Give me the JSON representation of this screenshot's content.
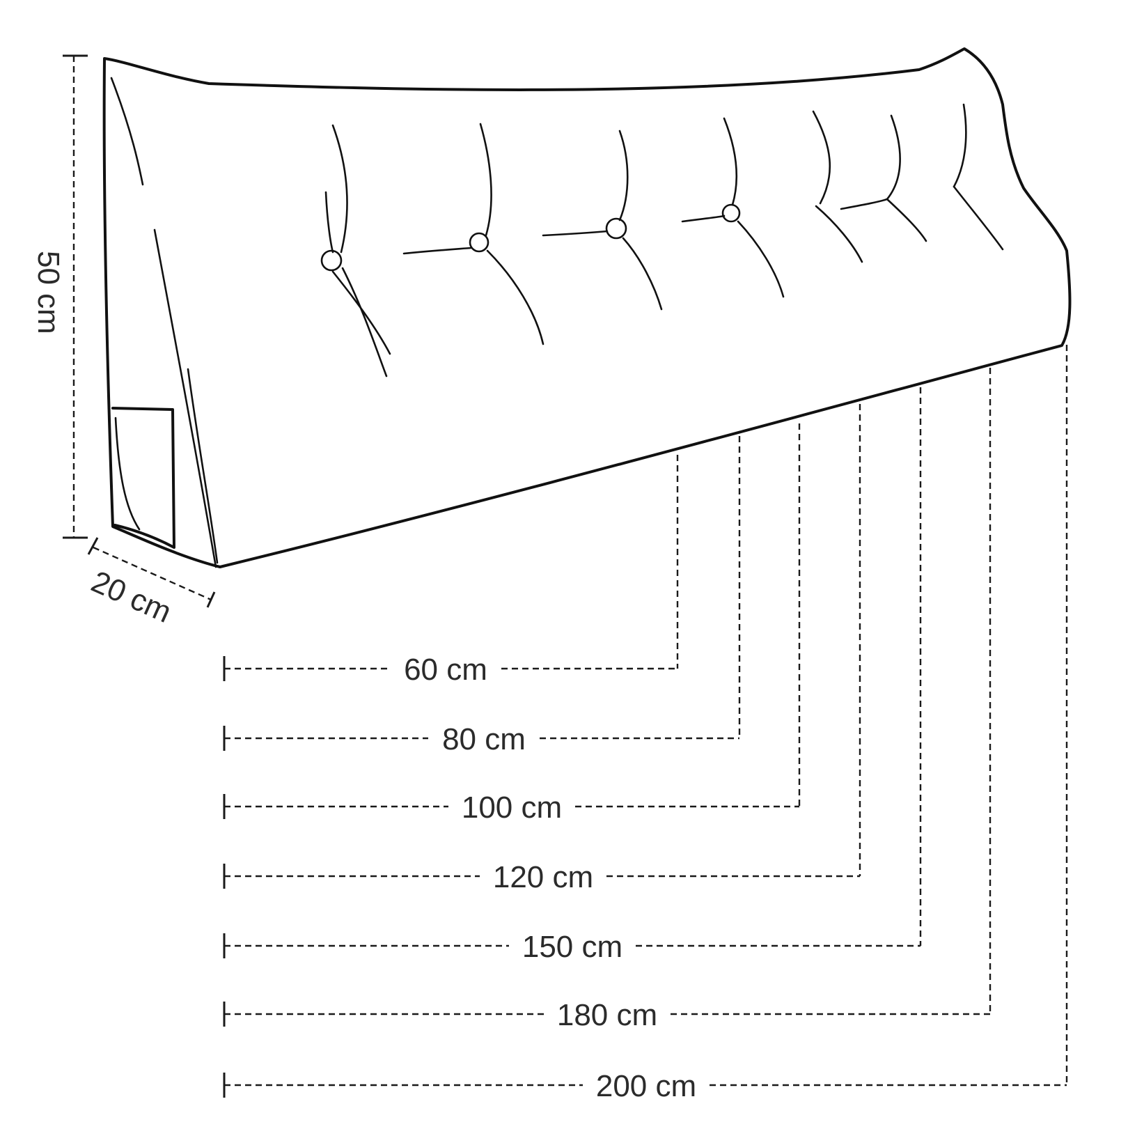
{
  "dimensions": {
    "height_label": "50 cm",
    "depth_label": "20 cm",
    "width_labels": [
      "60 cm",
      "80 cm",
      "100 cm",
      "120 cm",
      "150 cm",
      "180 cm",
      "200 cm"
    ]
  },
  "colors": {
    "line": "#111111",
    "text": "#2b2b2b",
    "background": "#ffffff"
  }
}
